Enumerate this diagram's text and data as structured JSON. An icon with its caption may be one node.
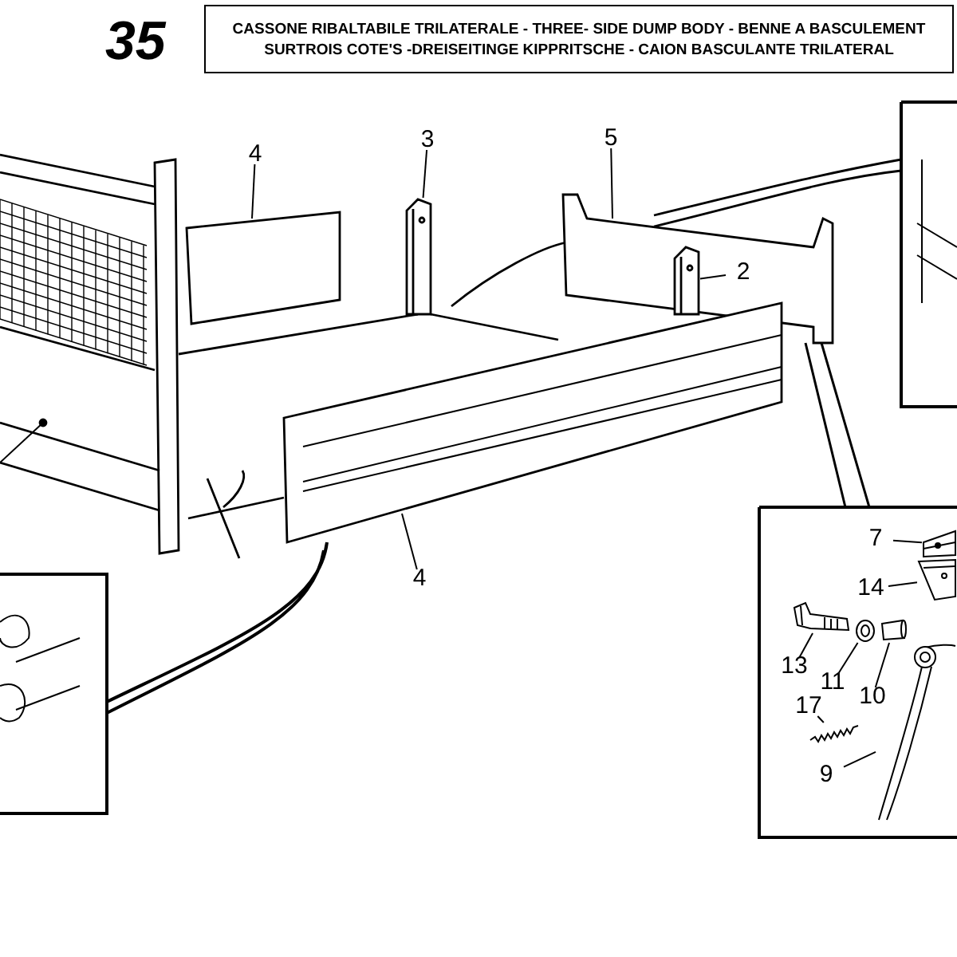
{
  "diagram": {
    "title": "CASSONE RIBALTABILE **TRILATERALE** - THREE- SIDE DUMP BODY - BENNE A BASCULEMENT **SURTROIS COTE'S** -DREISEITINGE KIPPRITSCHE - CAION BASCULANTE **TRILATERAL**",
    "nodes": [
      {
        "text": [
          "4"
        ]
      },
      {
        "text": [
          "3"
        ]
      },
      {
        "text": [
          "5"
        ]
      },
      {
        "text": [
          "2"
        ]
      },
      {
        "text": [
          "4"
        ]
      },
      {
        "text": [
          "7"
        ]
      },
      {
        "text": [
          "14"
        ]
      },
      {
        "text": [
          "13"
        ]
      },
      {
        "text": [
          "11"
        ]
      },
      {
        "text": [
          "10"
        ]
      },
      {
        "text": [
          "17"
        ]
      },
      {
        "text": [
          "9"
        ]
      },
      {
        "text": [],
        "shape": "plate"
      },
      {
        "text": [],
        "shape": "block"
      },
      {
        "text": [],
        "shape": "bolt"
      },
      {
        "text": [],
        "shape": "ring"
      },
      {
        "text": [],
        "shape": "cylinder"
      },
      {
        "text": [],
        "shape": "spring"
      },
      {
        "text": [],
        "shape": "lever"
      },
      {
        "text": [],
        "shape": "post"
      },
      {
        "text": [],
        "shape": "post"
      }
    ],
    "edges": [
      {
        "from": 0,
        "to": null,
        "arrow": "none"
      },
      {
        "from": 1,
        "to": 19,
        "arrow": "none"
      },
      {
        "from": 2,
        "to": null,
        "arrow": "none"
      },
      {
        "from": 3,
        "to": 20,
        "arrow": "none"
      },
      {
        "from": 4,
        "to": null,
        "arrow": "none"
      },
      {
        "from": 5,
        "to": 12,
        "arrow": "none"
      },
      {
        "from": 6,
        "to": 13,
        "arrow": "none"
      },
      {
        "from": 7,
        "to": 14,
        "arrow": "none"
      },
      {
        "from": 8,
        "to": 15,
        "arrow": "none"
      },
      {
        "from": 9,
        "to": 16,
        "arrow": "none"
      },
      {
        "from": 10,
        "to": 17,
        "arrow": "none"
      },
      {
        "from": 11,
        "to": 18,
        "arrow": "none"
      }
    ],
    "labels": [
      "35"
    ]
  }
}
